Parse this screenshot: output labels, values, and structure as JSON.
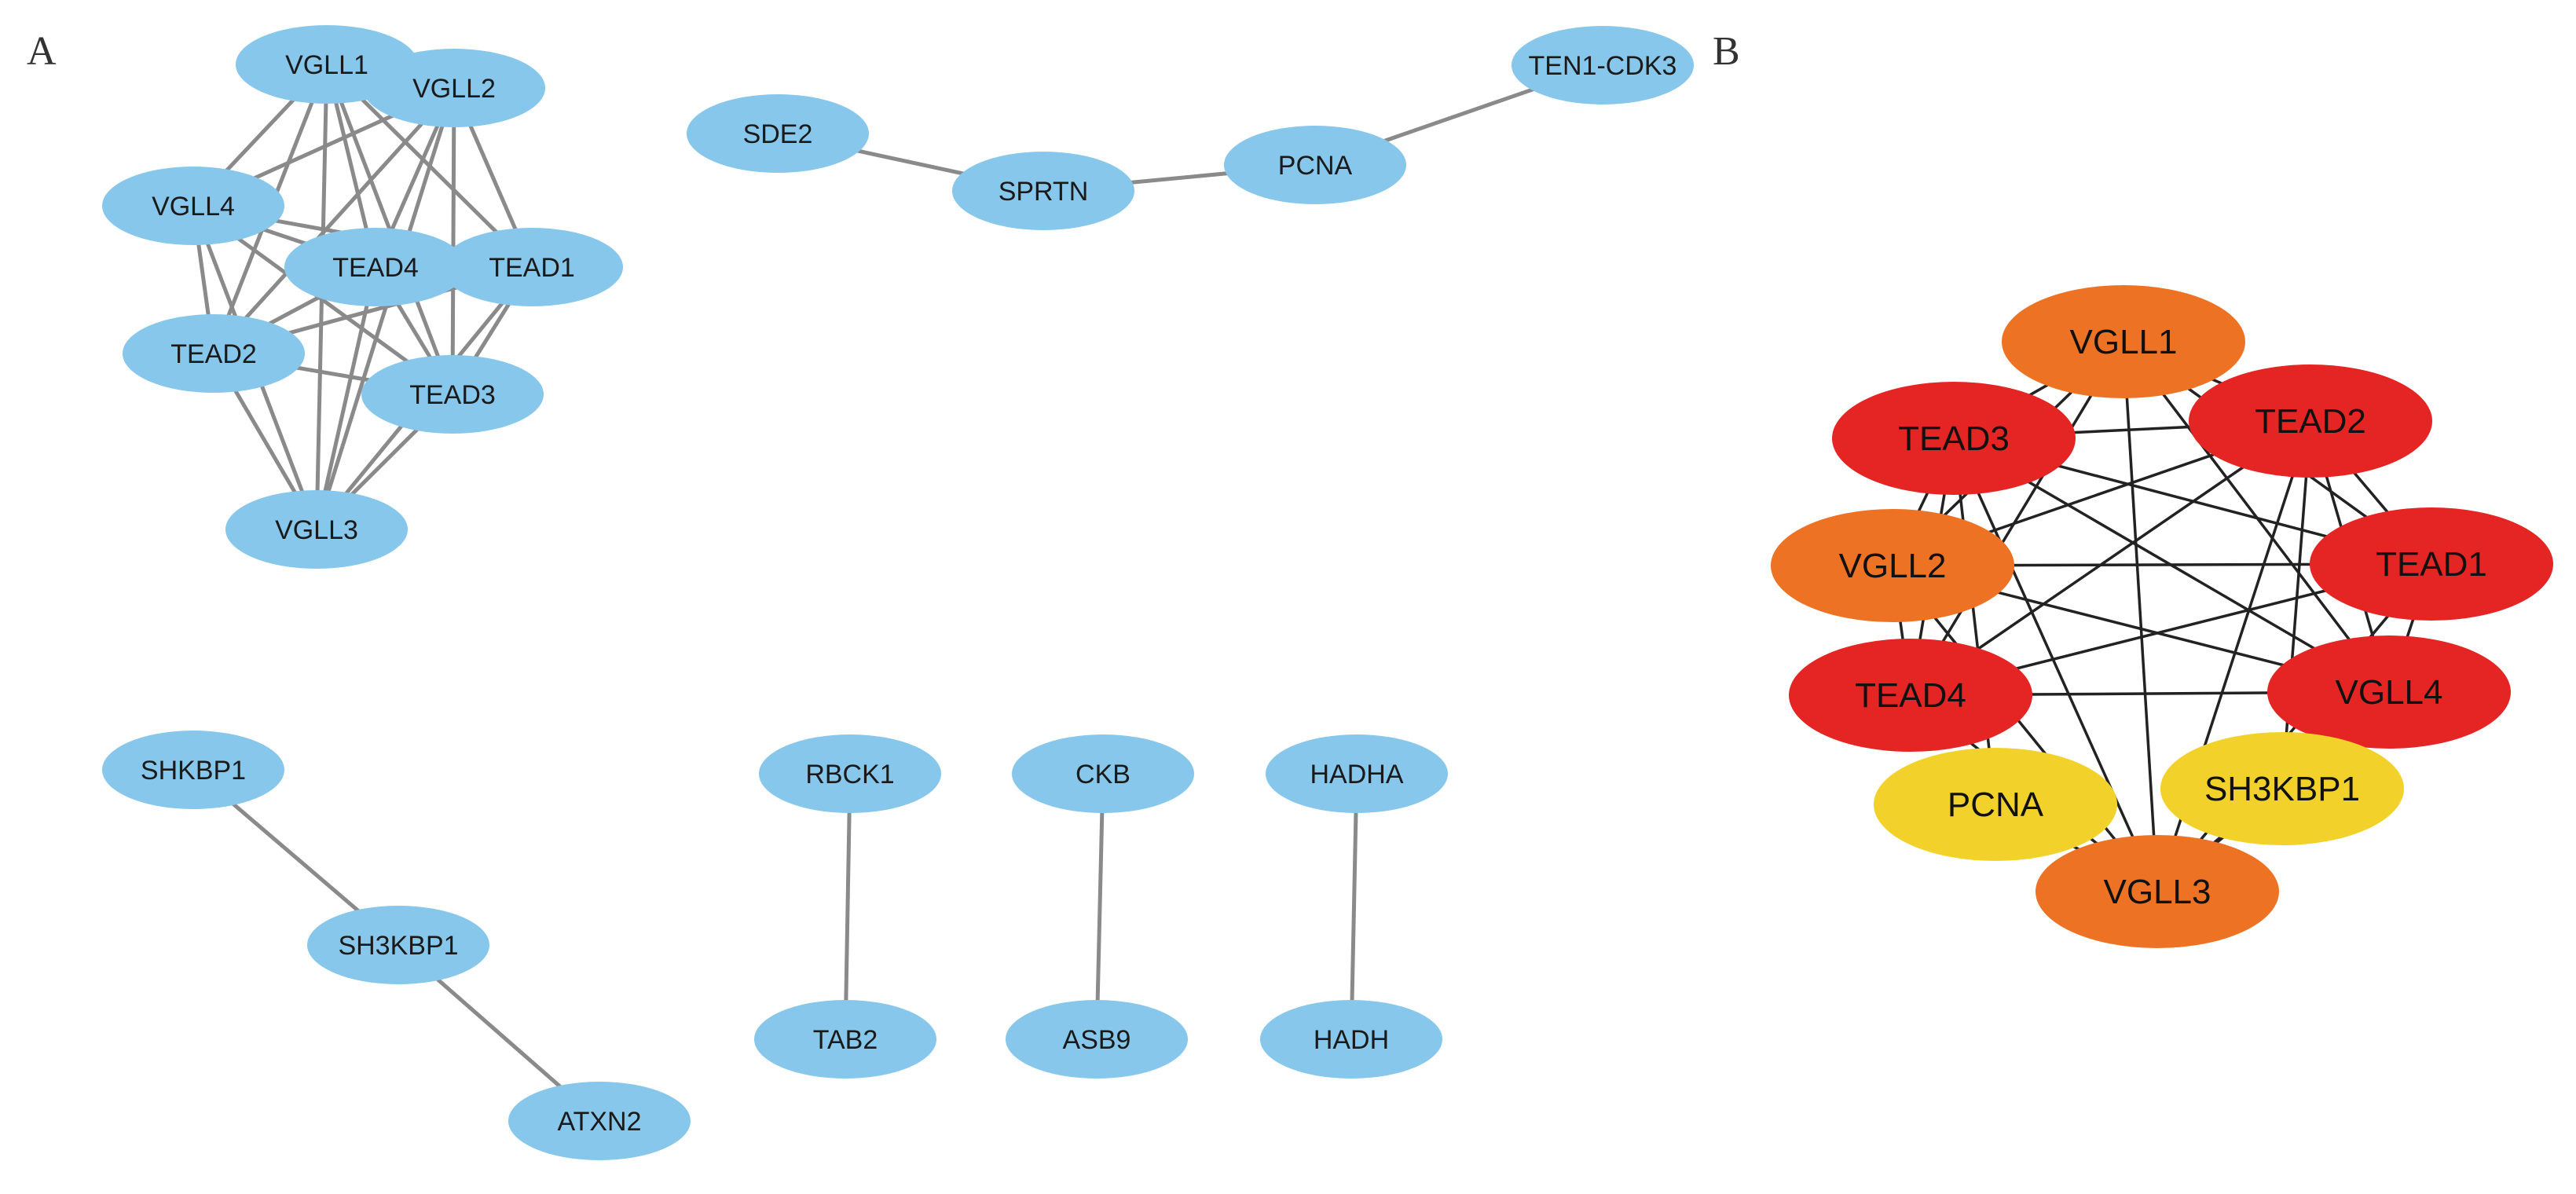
{
  "panels": {
    "a_label": "A",
    "b_label": "B"
  },
  "colors": {
    "panel_a_node": "#87c7eb",
    "panel_a_edge": "#8a8a8a",
    "panel_b_edge": "#222222",
    "rank_red": "#e52424",
    "rank_orange": "#ee7224",
    "rank_yellow": "#f2d22a"
  },
  "panel_a": {
    "nodes": [
      {
        "id": "VGLL1",
        "label": "VGLL1"
      },
      {
        "id": "VGLL2",
        "label": "VGLL2"
      },
      {
        "id": "VGLL4",
        "label": "VGLL4"
      },
      {
        "id": "TEAD4",
        "label": "TEAD4"
      },
      {
        "id": "TEAD1",
        "label": "TEAD1"
      },
      {
        "id": "TEAD2",
        "label": "TEAD2"
      },
      {
        "id": "TEAD3",
        "label": "TEAD3"
      },
      {
        "id": "VGLL3",
        "label": "VGLL3"
      },
      {
        "id": "SDE2",
        "label": "SDE2"
      },
      {
        "id": "SPRTN",
        "label": "SPRTN"
      },
      {
        "id": "PCNA",
        "label": "PCNA"
      },
      {
        "id": "TEN1-CDK3",
        "label": "TEN1-CDK3"
      },
      {
        "id": "SHKBP1",
        "label": "SHKBP1"
      },
      {
        "id": "SH3KBP1",
        "label": "SH3KBP1"
      },
      {
        "id": "ATXN2",
        "label": "ATXN2"
      },
      {
        "id": "RBCK1",
        "label": "RBCK1"
      },
      {
        "id": "TAB2",
        "label": "TAB2"
      },
      {
        "id": "CKB",
        "label": "CKB"
      },
      {
        "id": "ASB9",
        "label": "ASB9"
      },
      {
        "id": "HADHA",
        "label": "HADHA"
      },
      {
        "id": "HADH",
        "label": "HADH"
      }
    ],
    "edges": [
      [
        "VGLL1",
        "VGLL2"
      ],
      [
        "VGLL1",
        "VGLL4"
      ],
      [
        "VGLL1",
        "TEAD4"
      ],
      [
        "VGLL1",
        "TEAD1"
      ],
      [
        "VGLL1",
        "TEAD2"
      ],
      [
        "VGLL1",
        "TEAD3"
      ],
      [
        "VGLL1",
        "VGLL3"
      ],
      [
        "VGLL2",
        "VGLL4"
      ],
      [
        "VGLL2",
        "TEAD4"
      ],
      [
        "VGLL2",
        "TEAD1"
      ],
      [
        "VGLL2",
        "TEAD2"
      ],
      [
        "VGLL2",
        "TEAD3"
      ],
      [
        "VGLL2",
        "VGLL3"
      ],
      [
        "VGLL4",
        "TEAD4"
      ],
      [
        "VGLL4",
        "TEAD1"
      ],
      [
        "VGLL4",
        "TEAD2"
      ],
      [
        "VGLL4",
        "TEAD3"
      ],
      [
        "VGLL4",
        "VGLL3"
      ],
      [
        "TEAD4",
        "TEAD1"
      ],
      [
        "TEAD4",
        "TEAD2"
      ],
      [
        "TEAD4",
        "TEAD3"
      ],
      [
        "TEAD4",
        "VGLL3"
      ],
      [
        "TEAD1",
        "TEAD2"
      ],
      [
        "TEAD1",
        "TEAD3"
      ],
      [
        "TEAD1",
        "VGLL3"
      ],
      [
        "TEAD2",
        "TEAD3"
      ],
      [
        "TEAD2",
        "VGLL3"
      ],
      [
        "TEAD3",
        "VGLL3"
      ],
      [
        "SDE2",
        "SPRTN"
      ],
      [
        "SPRTN",
        "PCNA"
      ],
      [
        "PCNA",
        "TEN1-CDK3"
      ],
      [
        "SHKBP1",
        "SH3KBP1"
      ],
      [
        "SH3KBP1",
        "ATXN2"
      ],
      [
        "RBCK1",
        "TAB2"
      ],
      [
        "CKB",
        "ASB9"
      ],
      [
        "HADHA",
        "HADH"
      ]
    ]
  },
  "panel_b": {
    "nodes": [
      {
        "id": "VGLL1",
        "label": "VGLL1",
        "rank": "orange"
      },
      {
        "id": "TEAD3",
        "label": "TEAD3",
        "rank": "red"
      },
      {
        "id": "TEAD2",
        "label": "TEAD2",
        "rank": "red"
      },
      {
        "id": "VGLL2",
        "label": "VGLL2",
        "rank": "orange"
      },
      {
        "id": "TEAD1",
        "label": "TEAD1",
        "rank": "red"
      },
      {
        "id": "TEAD4",
        "label": "TEAD4",
        "rank": "red"
      },
      {
        "id": "VGLL4",
        "label": "VGLL4",
        "rank": "red"
      },
      {
        "id": "PCNA",
        "label": "PCNA",
        "rank": "yellow"
      },
      {
        "id": "SH3KBP1",
        "label": "SH3KBP1",
        "rank": "yellow"
      },
      {
        "id": "VGLL3",
        "label": "VGLL3",
        "rank": "orange"
      }
    ],
    "edges": [
      [
        "VGLL1",
        "TEAD3"
      ],
      [
        "VGLL1",
        "TEAD2"
      ],
      [
        "VGLL1",
        "VGLL2"
      ],
      [
        "VGLL1",
        "TEAD1"
      ],
      [
        "VGLL1",
        "TEAD4"
      ],
      [
        "VGLL1",
        "VGLL4"
      ],
      [
        "VGLL1",
        "VGLL3"
      ],
      [
        "TEAD3",
        "TEAD2"
      ],
      [
        "TEAD3",
        "VGLL2"
      ],
      [
        "TEAD3",
        "TEAD1"
      ],
      [
        "TEAD3",
        "TEAD4"
      ],
      [
        "TEAD3",
        "VGLL4"
      ],
      [
        "TEAD3",
        "VGLL3"
      ],
      [
        "TEAD2",
        "VGLL2"
      ],
      [
        "TEAD2",
        "TEAD1"
      ],
      [
        "TEAD2",
        "TEAD4"
      ],
      [
        "TEAD2",
        "VGLL4"
      ],
      [
        "TEAD2",
        "VGLL3"
      ],
      [
        "VGLL2",
        "TEAD1"
      ],
      [
        "VGLL2",
        "TEAD4"
      ],
      [
        "VGLL2",
        "VGLL4"
      ],
      [
        "VGLL2",
        "VGLL3"
      ],
      [
        "TEAD1",
        "TEAD4"
      ],
      [
        "TEAD1",
        "VGLL4"
      ],
      [
        "TEAD1",
        "VGLL3"
      ],
      [
        "TEAD4",
        "VGLL4"
      ],
      [
        "TEAD4",
        "VGLL3"
      ],
      [
        "VGLL4",
        "VGLL3"
      ],
      [
        "PCNA",
        "TEAD3"
      ],
      [
        "PCNA",
        "VGLL3"
      ],
      [
        "SH3KBP1",
        "TEAD2"
      ],
      [
        "SH3KBP1",
        "VGLL3"
      ]
    ]
  }
}
